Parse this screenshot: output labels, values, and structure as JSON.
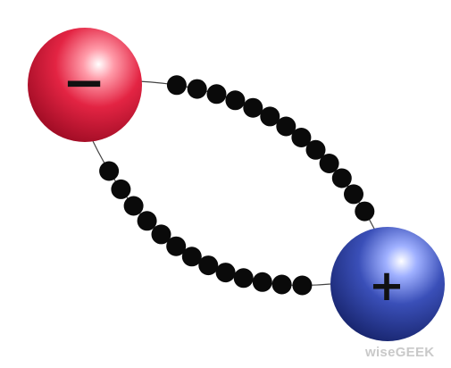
{
  "diagram": {
    "negative_pole": {
      "sign": "−",
      "color": "#dd1a3a"
    },
    "positive_pole": {
      "sign": "+",
      "color": "#2f44a8"
    },
    "chain": {
      "upper_bead_count": 13,
      "lower_bead_count": 13,
      "bead_color": "#0a0a0a"
    },
    "watermark": "wiseGEEK"
  }
}
